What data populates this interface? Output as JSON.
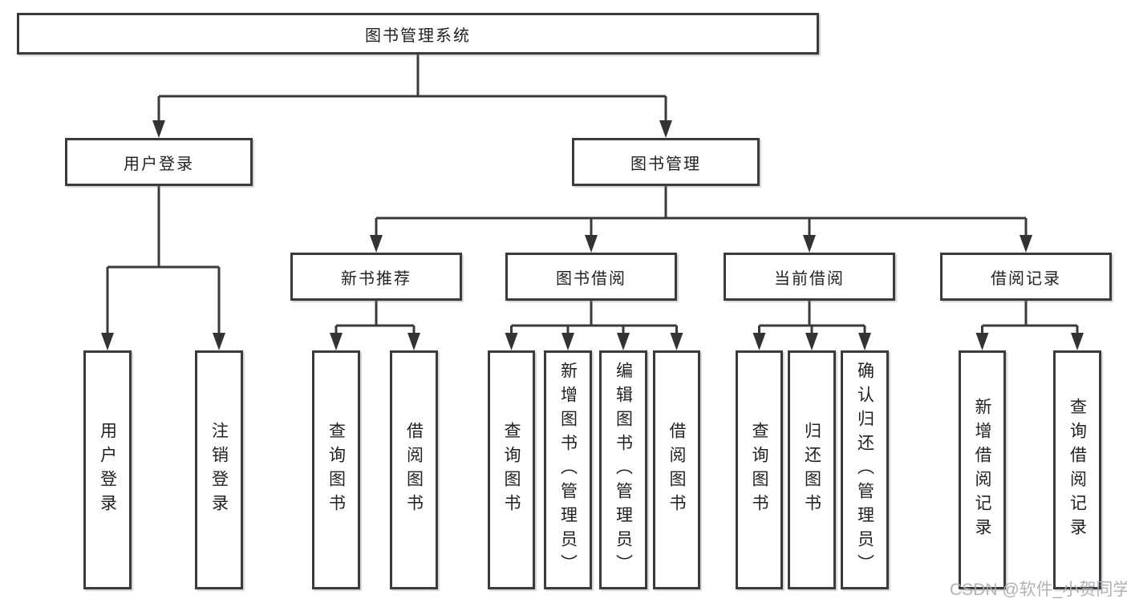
{
  "colors": {
    "line": "#3a3a3a",
    "box_border": "#3b3b3b",
    "box_background": "#ffffff",
    "text": "#222222",
    "watermark": "#a8adb3"
  },
  "watermark": {
    "text": "CSDN @软件_小贺同学"
  },
  "tree": {
    "root": {
      "label": "图书管理系统"
    },
    "branches": [
      {
        "label": "用户登录",
        "children": [
          {
            "label": "用户登录"
          },
          {
            "label": "注销登录"
          }
        ]
      },
      {
        "label": "图书管理",
        "children": [
          {
            "label": "新书推荐",
            "children": [
              {
                "label": "查询图书"
              },
              {
                "label": "借阅图书"
              }
            ]
          },
          {
            "label": "图书借阅",
            "children": [
              {
                "label": "查询图书"
              },
              {
                "label": "新增图书（管理员）"
              },
              {
                "label": "编辑图书（管理员）"
              },
              {
                "label": "借阅图书"
              }
            ]
          },
          {
            "label": "当前借阅",
            "children": [
              {
                "label": "查询图书"
              },
              {
                "label": "归还图书"
              },
              {
                "label": "确认归还（管理员）"
              }
            ]
          },
          {
            "label": "借阅记录",
            "children": [
              {
                "label": "新增借阅记录"
              },
              {
                "label": "查询借阅记录"
              }
            ]
          }
        ]
      }
    ]
  }
}
